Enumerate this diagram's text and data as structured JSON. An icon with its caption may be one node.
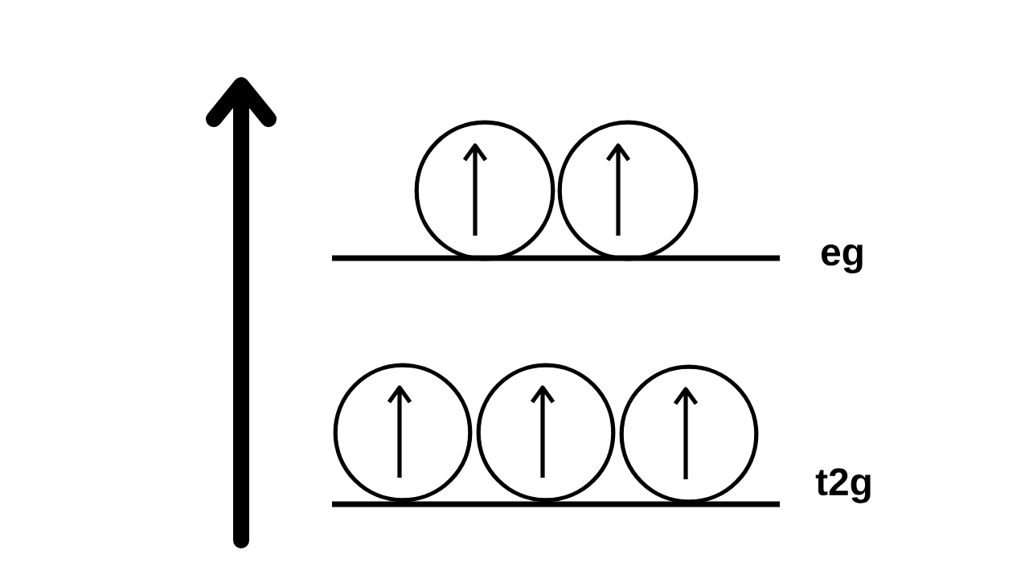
{
  "diagram": {
    "nodes": [
      {
        "text": [],
        "shape": "circle"
      },
      {
        "text": [],
        "shape": "circle"
      },
      {
        "text": [],
        "shape": "circle"
      },
      {
        "text": [],
        "shape": "circle"
      },
      {
        "text": [],
        "shape": "circle"
      }
    ],
    "labels": [
      "eg",
      "t2g"
    ]
  }
}
